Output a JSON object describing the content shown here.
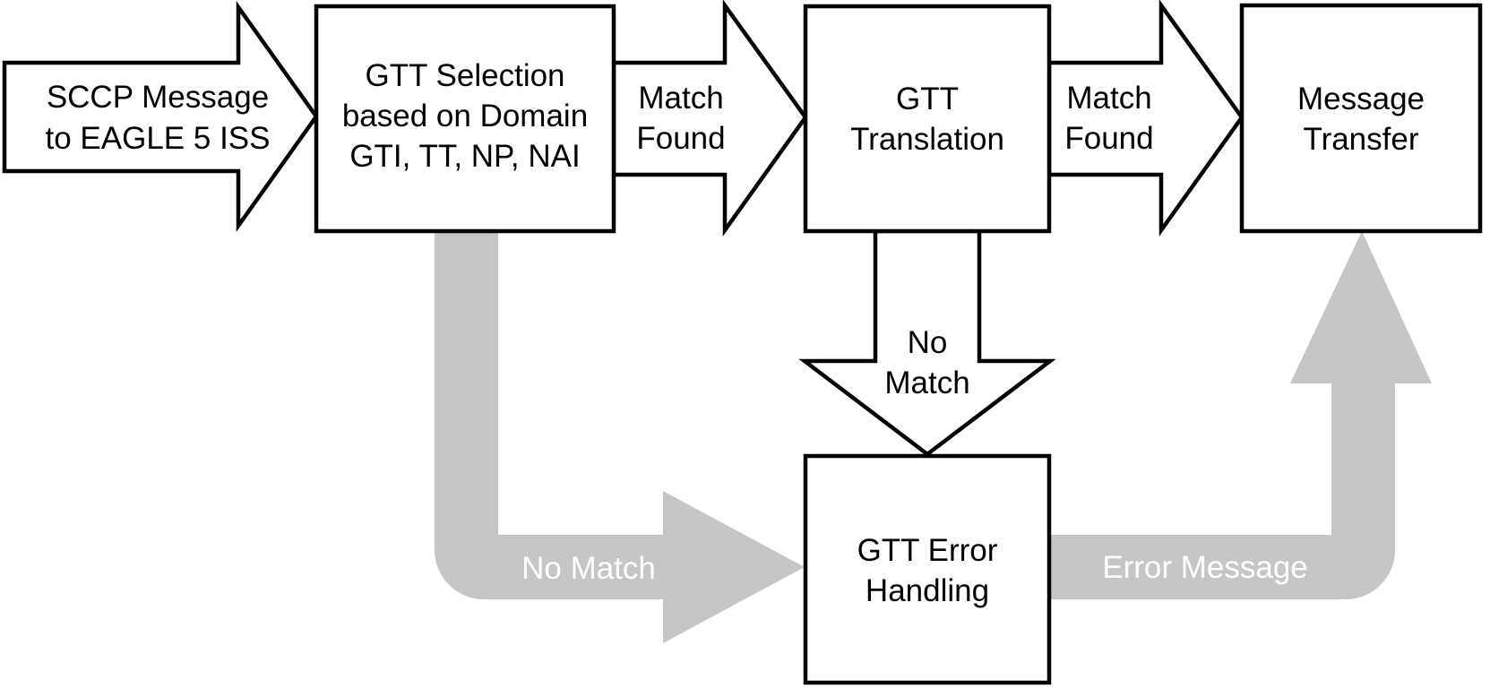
{
  "colors": {
    "background": "#ffffff",
    "ink": "#000000",
    "gray": "#c6c6c6",
    "label_on_gray": "#ffffff"
  },
  "diagram": {
    "nodes": {
      "sccp_input": {
        "line1": "SCCP Message",
        "line2": "to EAGLE 5 ISS"
      },
      "gtt_selection": {
        "line1": "GTT Selection",
        "line2": "based on Domain",
        "line3": "GTI, TT, NP, NAI"
      },
      "match_found_1": {
        "line1": "Match",
        "line2": "Found"
      },
      "gtt_translation": {
        "line1": "GTT",
        "line2": "Translation"
      },
      "match_found_2": {
        "line1": "Match",
        "line2": "Found"
      },
      "message_transfer": {
        "line1": "Message",
        "line2": "Transfer"
      },
      "no_match_down": {
        "line1": "No",
        "line2": "Match"
      },
      "gtt_error_handling": {
        "line1": "GTT Error",
        "line2": "Handling"
      },
      "no_match_path": {
        "label": "No Match"
      },
      "error_message_path": {
        "label": "Error Message"
      }
    }
  }
}
